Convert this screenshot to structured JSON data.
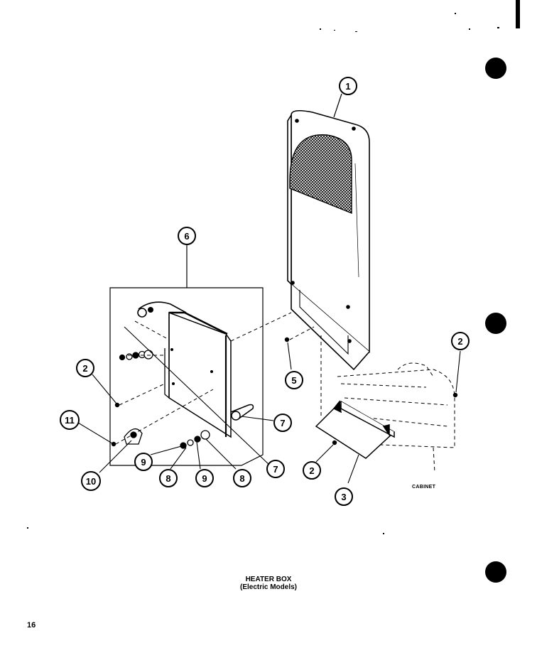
{
  "figure": {
    "title": "HEATER BOX",
    "subtitle": "(Electric Models)",
    "cabinet_label": "CABINET",
    "page_number": "16"
  },
  "callouts": [
    "1",
    "2",
    "3",
    "5",
    "6",
    "7",
    "8",
    "9",
    "10",
    "11"
  ],
  "colors": {
    "ink": "#000000",
    "paper": "#ffffff",
    "shade": "#9a9a9a"
  }
}
